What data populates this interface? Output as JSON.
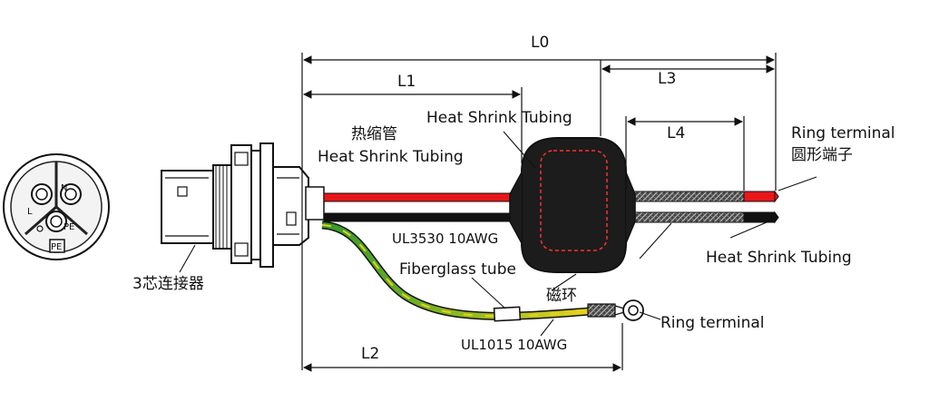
{
  "dimensions": {
    "l0": "L0",
    "l1": "L1",
    "l2": "L2",
    "l3": "L3",
    "l4": "L4"
  },
  "labels": {
    "heat_shrink_cn": "热缩管",
    "heat_shrink_left": "Heat Shrink Tubing",
    "heat_shrink_top": "Heat Shrink Tubing",
    "heat_shrink_right": "Heat Shrink Tubing",
    "ring_terminal_top": "Ring terminal",
    "ring_terminal_cn": "圆形端子",
    "ring_terminal_bottom": "Ring terminal",
    "cable_main": "UL3530 10AWG",
    "cable_ground": "UL1015 10AWG",
    "fiberglass": "Fiberglass tube",
    "ferrite_cn": "磁环",
    "connector_cn": "3芯连接器"
  },
  "connector_face": {
    "pin_n": "N",
    "pin_l": "L",
    "pin_pe": "PE",
    "key_pe": "PE"
  },
  "colors": {
    "red_wire": "#e8161b",
    "black_wire": "#111111",
    "ground_green": "#2f9a2a",
    "ground_yellow": "#e6d21a",
    "ferrite": "#1c1c1c",
    "dashed_red": "#ff3030"
  }
}
